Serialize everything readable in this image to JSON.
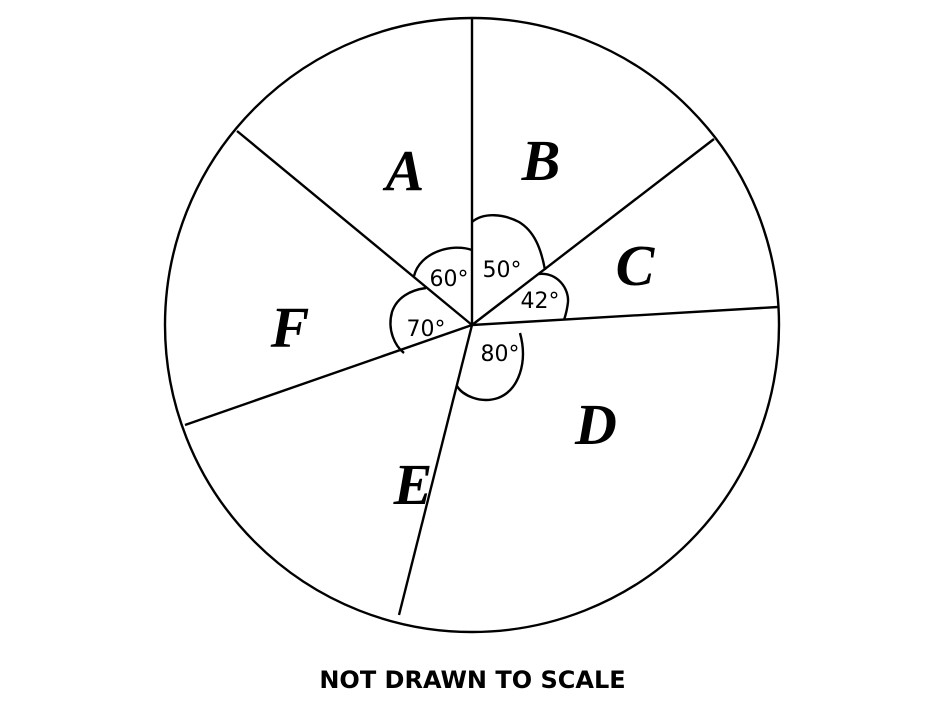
{
  "diagram": {
    "sectors": [
      {
        "label": "A"
      },
      {
        "label": "B"
      },
      {
        "label": "C"
      },
      {
        "label": "D"
      },
      {
        "label": "E"
      },
      {
        "label": "F"
      }
    ],
    "angles": [
      {
        "text": "60°",
        "value": 60
      },
      {
        "text": "50°",
        "value": 50
      },
      {
        "text": "42°",
        "value": 42
      },
      {
        "text": "80°",
        "value": 80
      },
      {
        "text": "70°",
        "value": 70
      }
    ]
  },
  "caption": "NOT DRAWN TO SCALE"
}
